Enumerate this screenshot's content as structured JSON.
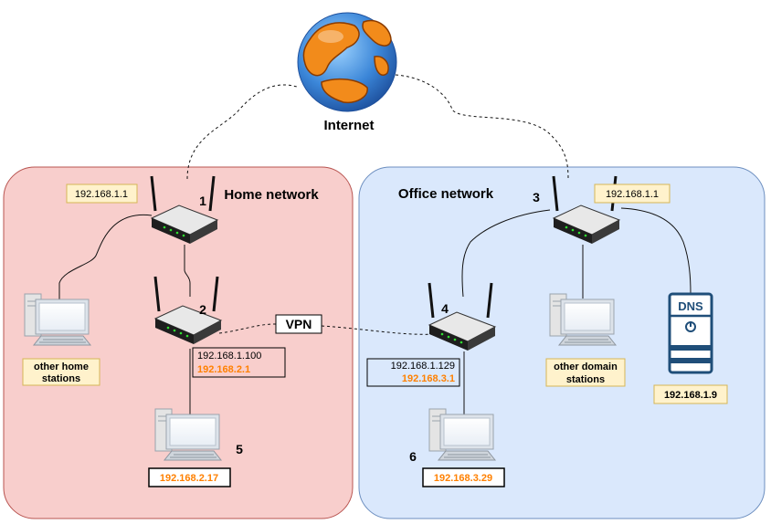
{
  "internet": {
    "label": "Internet"
  },
  "home": {
    "title": "Home network"
  },
  "office": {
    "title": "Office network"
  },
  "vpn": {
    "label": "VPN"
  },
  "nodes": {
    "n1": {
      "number": "1",
      "ip": "192.168.1.1"
    },
    "n2": {
      "number": "2",
      "ip_outer": "192.168.1.100",
      "ip_inner": "192.168.2.1"
    },
    "n3": {
      "number": "3",
      "ip": "192.168.1.1"
    },
    "n4": {
      "number": "4",
      "ip_outer": "192.168.1.129",
      "ip_inner": "192.168.3.1"
    },
    "n5": {
      "number": "5",
      "ip": "192.168.2.17"
    },
    "n6": {
      "number": "6",
      "ip": "192.168.3.29"
    }
  },
  "home_stations": {
    "line1": "other home",
    "line2": "stations"
  },
  "office_stations": {
    "line1": "other domain",
    "line2": "stations"
  },
  "dns": {
    "label": "DNS",
    "ip": "192.168.1.9"
  },
  "colors": {
    "home_fill": "#f8cecc",
    "home_stroke": "#b85450",
    "office_fill": "#dae8fc",
    "office_stroke": "#6c8ebf",
    "ip_box_fill": "#fff2cc",
    "ip_box_stroke": "#d6b656",
    "orange_ip": "#ff8000",
    "dns_color": "#1f4e79"
  }
}
